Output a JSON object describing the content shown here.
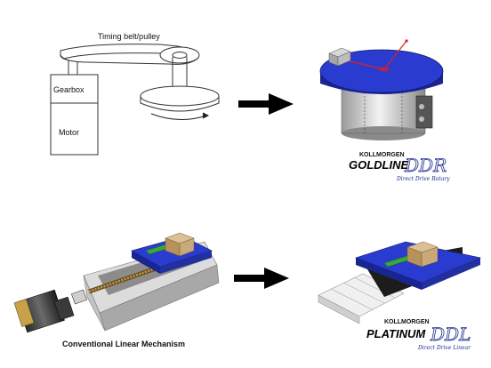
{
  "top_diagram": {
    "belt_label": "Timing belt/pulley",
    "gearbox_label": "Gearbox",
    "motor_label": "Motor"
  },
  "top_brand": {
    "maker": "KOLLMORGEN",
    "product": "GOLDLINE",
    "script": "DDR",
    "subtitle": "Direct Drive Rotary"
  },
  "bottom_diagram": {
    "caption": "Conventional Linear Mechanism"
  },
  "bottom_brand": {
    "maker": "KOLLMORGEN",
    "product": "PLATINUM",
    "script": "DDL",
    "subtitle": "Direct Drive Linear"
  },
  "colors": {
    "table_blue": "#2a3bd0",
    "table_blue_dark": "#1a2590",
    "steel": "#c8c8c8",
    "box_tan": "#c9a97a",
    "green": "#3aa83a",
    "arrow": "#000000",
    "red_marker": "#e02020"
  }
}
